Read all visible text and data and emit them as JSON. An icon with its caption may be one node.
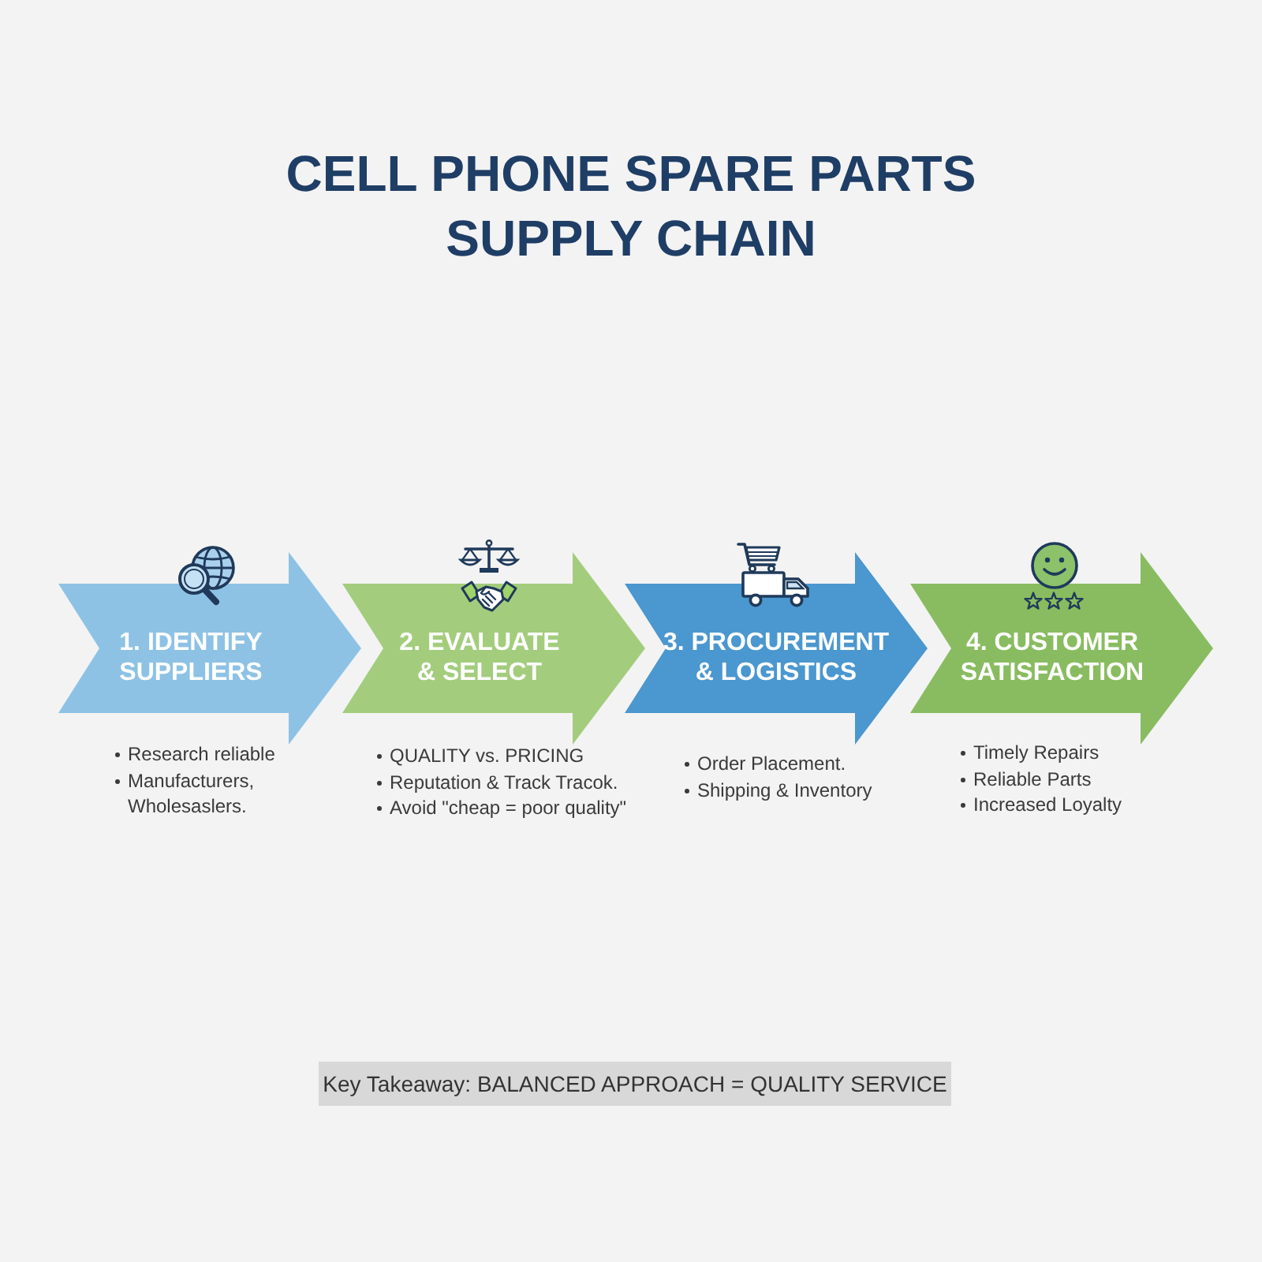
{
  "diagram": {
    "title": "CELL PHONE SPARE PARTS SUPPLY CHAIN",
    "nodes": [
      {
        "text": [
          "1. IDENTIFY SUPPLIERS"
        ],
        "beside": [
          "Research reliable",
          "Manufacturers, Wholesaslers."
        ]
      },
      {
        "text": [
          "2. EVALUATE & SELECT"
        ],
        "beside": [
          "QUALITY vs. PRICING",
          "Reputation & Track Tracok.",
          "Avoid \"cheap = poor quality\""
        ]
      },
      {
        "text": [
          "3. PROCUREMENT & LOGISTICS"
        ],
        "beside": [
          "Order Placement.",
          "Shipping & Inventory"
        ]
      },
      {
        "text": [
          "4. CUSTOMER SATISFACTION"
        ],
        "beside": [
          "Timely Repairs",
          "Reliable Parts",
          "Increased Loyalty"
        ]
      },
      {
        "text": [
          "Key Takeaway: BALANCED APPROACH = QUALITY SERVICE"
        ]
      }
    ]
  }
}
